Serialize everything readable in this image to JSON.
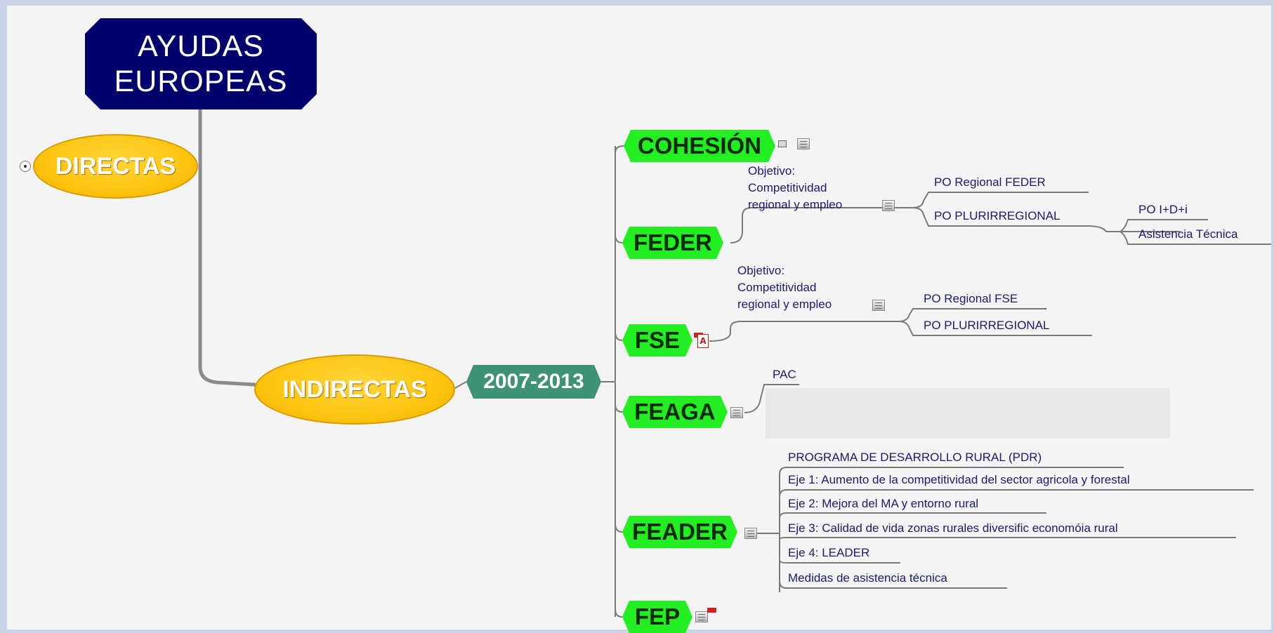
{
  "root": {
    "line1": "AYUDAS",
    "line2": "EUROPEAS"
  },
  "branches": {
    "directas": "DIRECTAS",
    "indirectas": "INDIRECTAS"
  },
  "period": "2007-2013",
  "funds": {
    "cohesion": "COHESIÓN",
    "feder": "FEDER",
    "fse": "FSE",
    "feaga": "FEAGA",
    "feader": "FEADER",
    "fep": "FEP"
  },
  "feder": {
    "objective_lines": [
      "Objetivo:",
      "Competitividad",
      "regional y empleo"
    ],
    "programs": [
      "PO Regional FEDER",
      "PO PLURIRREGIONAL"
    ],
    "plurirregional_items": [
      "PO I+D+i",
      "Asistencia Técnica"
    ]
  },
  "fse": {
    "objective_lines": [
      "Objetivo:",
      "Competitividad",
      "regional y empleo"
    ],
    "programs": [
      "PO Regional FSE",
      "PO PLURIRREGIONAL"
    ],
    "pdf_glyph": "A"
  },
  "feaga": {
    "items": [
      "PAC"
    ]
  },
  "feader": {
    "items": [
      "PROGRAMA DE DESARROLLO RURAL (PDR)",
      "Eje 1: Aumento de la competitividad del sector agricola y forestal",
      "Eje 2: Mejora del MA y entorno rural",
      "Eje 3: Calidad de vida zonas rurales diversific  economóia rural",
      "Eje 4: LEADER",
      "Medidas de asistencia técnica"
    ]
  },
  "colors": {
    "root": "#01016b",
    "branch": "#fcc410",
    "period": "#3e9275",
    "fund": "#22ee22",
    "text": "#1a1a70"
  },
  "icons": [
    "collapse-toggle-icon",
    "note-icon",
    "attachment-icon",
    "flag-icon",
    "pdf-icon"
  ]
}
